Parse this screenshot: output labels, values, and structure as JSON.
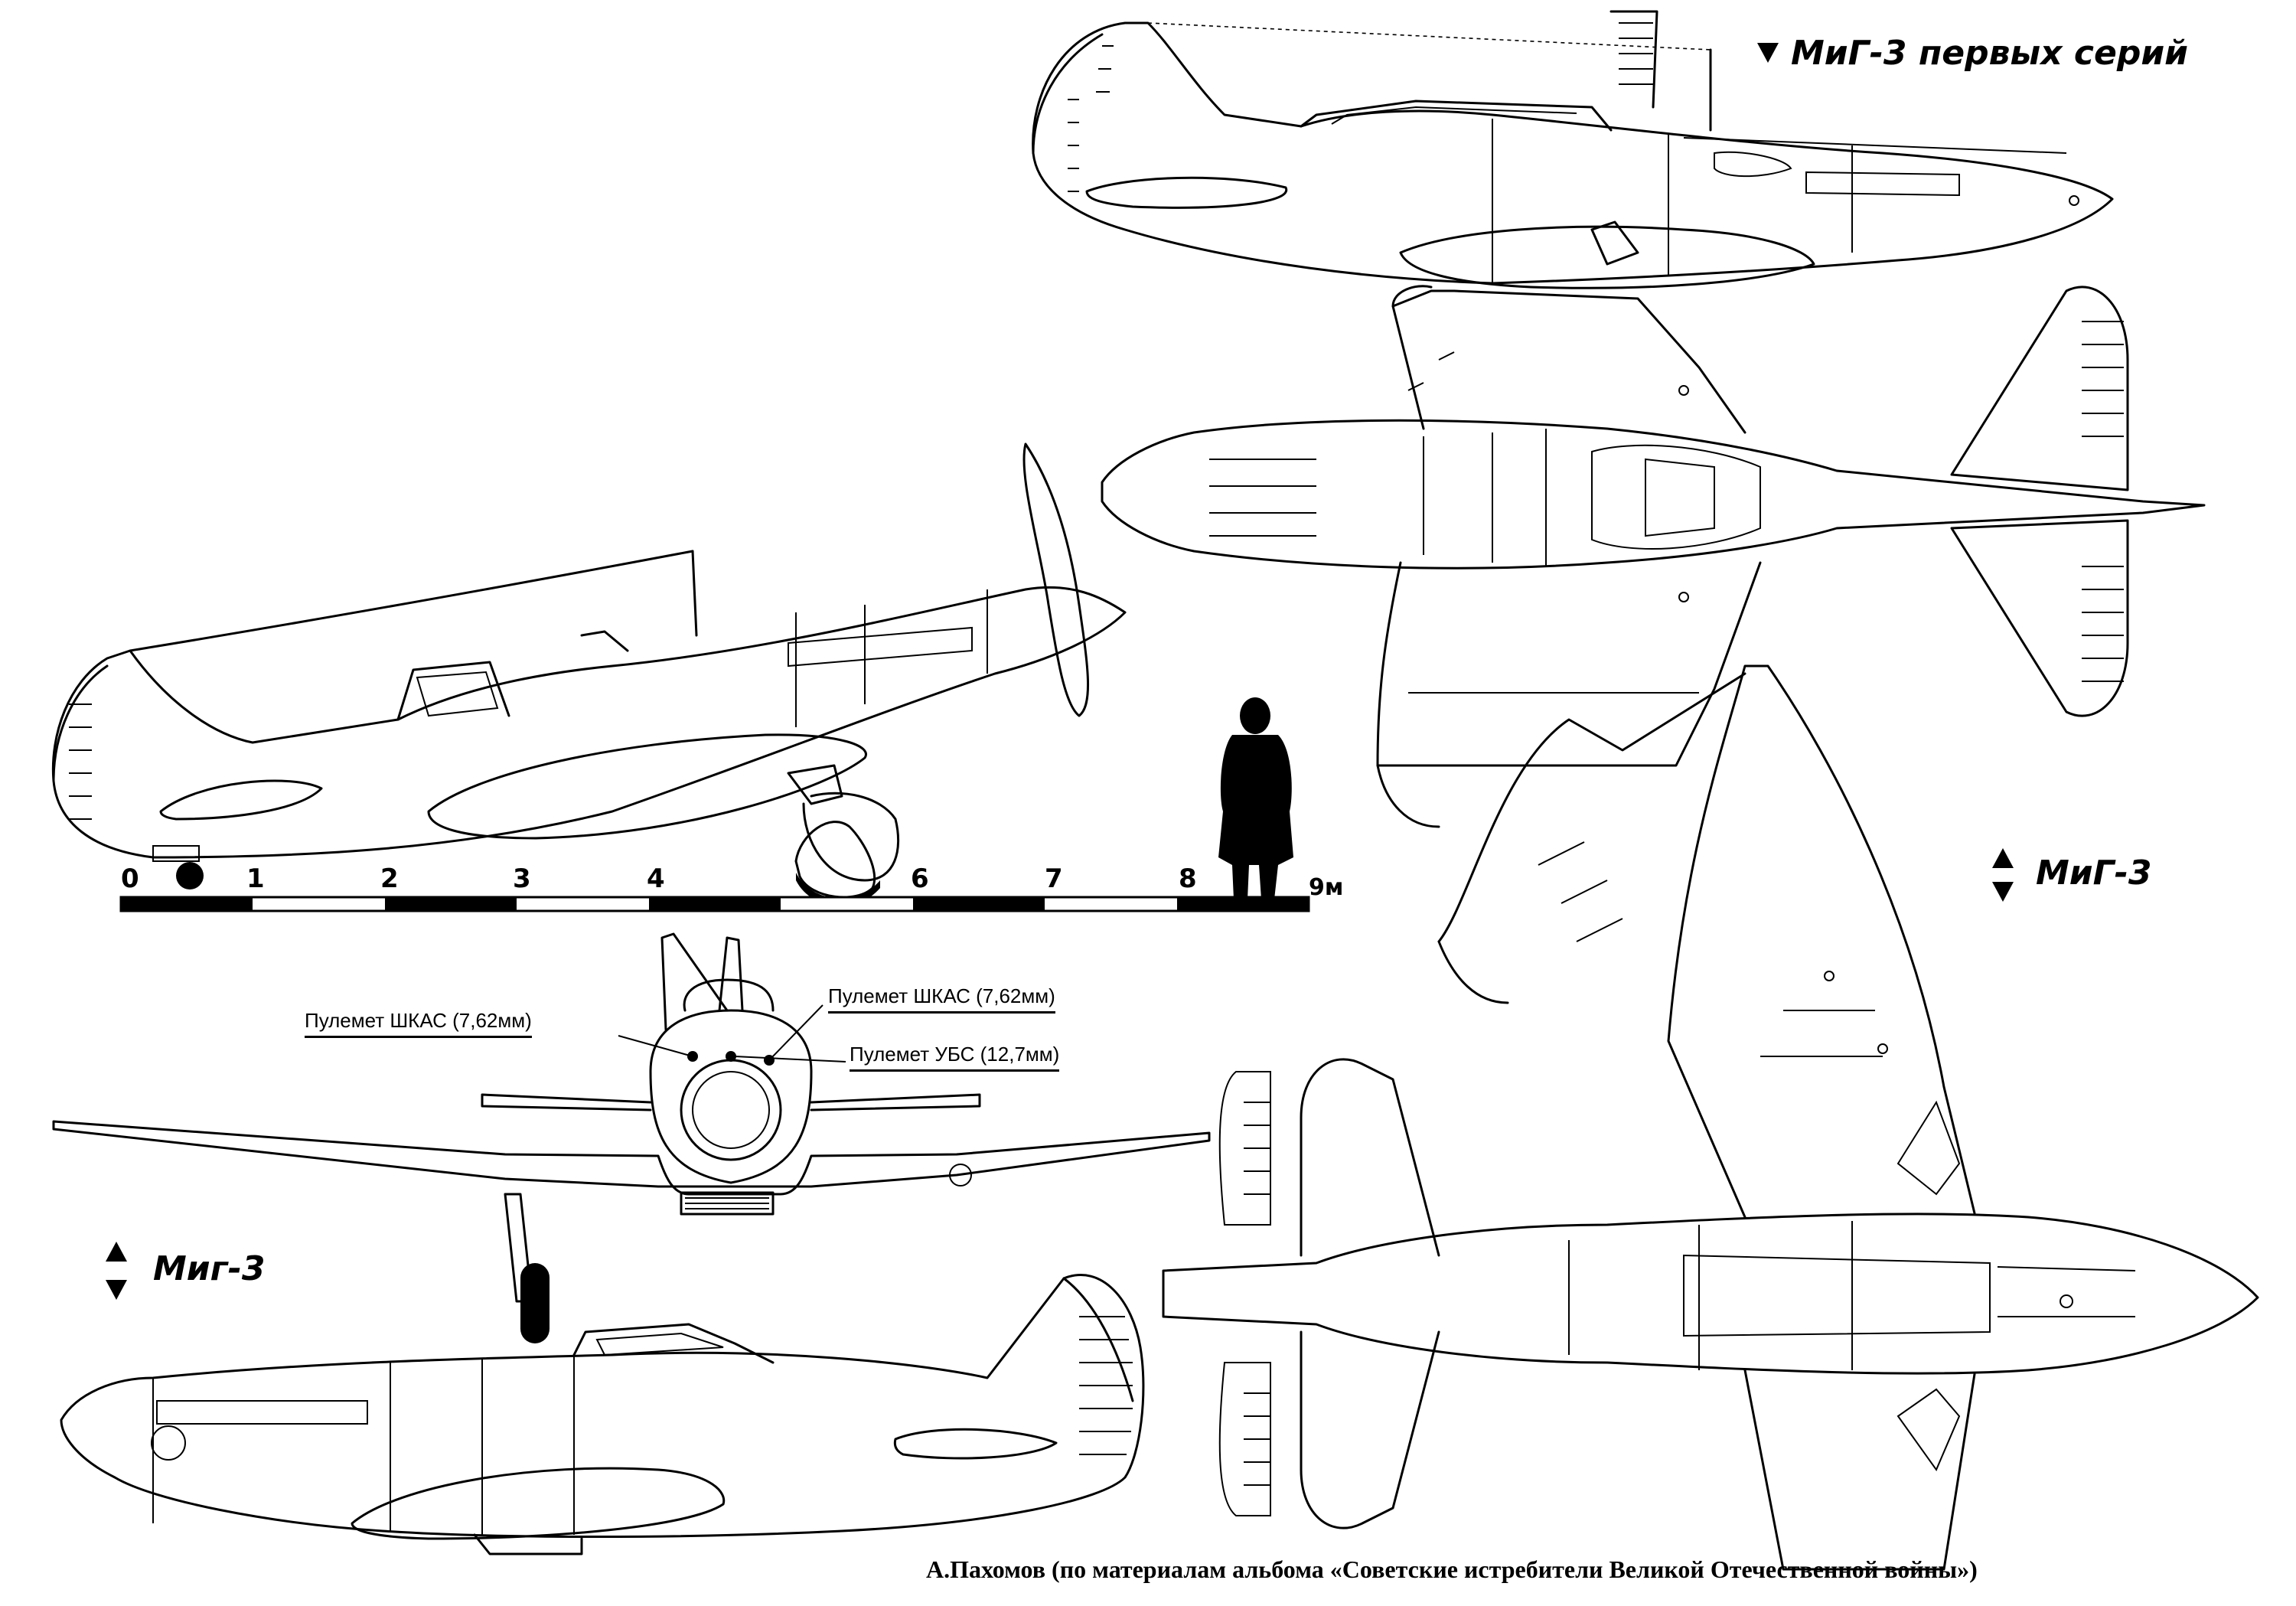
{
  "titles": {
    "early_series": "МиГ-3 первых серий",
    "right_view": "МиГ-3",
    "left_view": "Миг-3"
  },
  "scale": {
    "ticks": [
      "0",
      "1",
      "2",
      "3",
      "4",
      "6",
      "7",
      "8",
      "9м"
    ]
  },
  "armament": {
    "gun_left": "Пулемет ШКАС (7,62мм)",
    "gun_right": "Пулемет ШКАС (7,62мм)",
    "gun_heavy": "Пулемет УБС (12,7мм)"
  },
  "credit": "А.Пахомов (по материалам альбома «Советские истребители Великой Отечественной войны»)"
}
